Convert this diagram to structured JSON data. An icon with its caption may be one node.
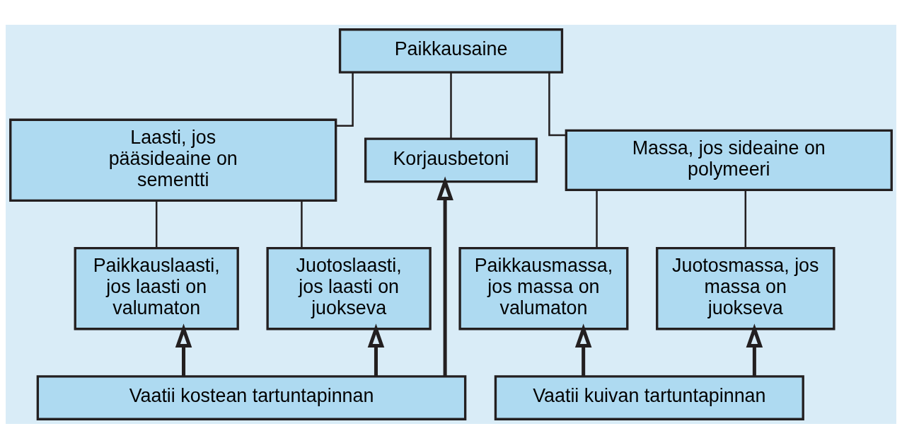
{
  "diagram": {
    "nodes": [
      {
        "text": [
          "Paikkausaine"
        ]
      },
      {
        "text": [
          "Laasti, jos pääsideaine on sementti"
        ]
      },
      {
        "text": [
          "Korjausbetoni"
        ]
      },
      {
        "text": [
          "Massa, jos sideaine on polymeeri"
        ]
      },
      {
        "text": [
          "Paikkauslaasti, jos laasti on valumaton"
        ]
      },
      {
        "text": [
          "Juotoslaasti, jos laasti on juokseva"
        ]
      },
      {
        "text": [
          "Paikkausmassa, jos massa on valumaton"
        ]
      },
      {
        "text": [
          "Juotosmassa, jos massa on juokseva"
        ]
      },
      {
        "text": [
          "Vaatii kostean tartuntapinnan"
        ]
      },
      {
        "text": [
          "Vaatii kuivan tartuntapinnan"
        ]
      }
    ],
    "edges": [
      {
        "from": 0,
        "to": 1,
        "arrow": "none"
      },
      {
        "from": 0,
        "to": 2,
        "arrow": "none"
      },
      {
        "from": 0,
        "to": 3,
        "arrow": "none"
      },
      {
        "from": 1,
        "to": 4,
        "arrow": "none"
      },
      {
        "from": 1,
        "to": 5,
        "arrow": "none"
      },
      {
        "from": 3,
        "to": 6,
        "arrow": "none"
      },
      {
        "from": 3,
        "to": 7,
        "arrow": "none"
      },
      {
        "from": 8,
        "to": 4,
        "arrow": "to",
        "style": "thick"
      },
      {
        "from": 8,
        "to": 5,
        "arrow": "to",
        "style": "thick"
      },
      {
        "from": 8,
        "to": 2,
        "arrow": "to",
        "style": "thick"
      },
      {
        "from": 9,
        "to": 6,
        "arrow": "to",
        "style": "thick"
      },
      {
        "from": 9,
        "to": 7,
        "arrow": "to",
        "style": "thick"
      }
    ]
  }
}
